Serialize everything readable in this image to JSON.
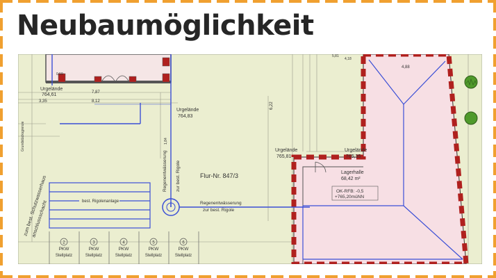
{
  "title": "Neubaumöglichkeit",
  "colors": {
    "frame": "#f0a030",
    "plan_bg": "#ebeed0",
    "building_fill": "#f7dfe4",
    "outline_red": "#b0201e",
    "blue": "#3b4fd6",
    "tree": "#4f9a2b"
  },
  "plan": {
    "parcel_label": "Flur-Nr. 847/3",
    "area_label_1": "Lagerhalle",
    "area_label_2": "68,42 m²",
    "box_label_1": "OK-RFB: -0,5",
    "box_label_2": "+765,20müNN",
    "gelaende_1_label": "Urgelände",
    "gelaende_1_value": "764,61",
    "gelaende_2_label": "Urgelände",
    "gelaende_2_value": "764,83",
    "gelaende_3_label": "Urgelände",
    "gelaende_3_value": "765,81",
    "gelaende_4_label": "Urgelände",
    "gelaende_4_value": "765,35",
    "rigolen_label": "best. Rigolenanlage",
    "regen_label_1": "Regenentwässerung",
    "regen_label_2": "zur best. Rigole",
    "vertical_label_1": "Regenentwässerung",
    "vertical_label_2": "zur best. Rigole",
    "left_edge_label_1": "zum best. Schutzwasserhaus",
    "left_edge_label_2": "anschlussschacht",
    "left_edge_label_3": "Grundstücksgrenze",
    "dim_top": "4,88",
    "dim_left_1": "7,87",
    "dim_left_2": "8,12",
    "dim_left_3": "3,35",
    "dim_mid": "6,22",
    "dim_small_1": "0,59",
    "dim_small_2": "1,84",
    "dim_small_3": "5,81",
    "dim_small_4": "4,18",
    "parking": [
      {
        "num": "2",
        "type": "PKW",
        "label": "Stellplatz"
      },
      {
        "num": "3",
        "type": "PKW",
        "label": "Stellplatz"
      },
      {
        "num": "4",
        "type": "PKW",
        "label": "Stellplatz"
      },
      {
        "num": "5",
        "type": "PKW",
        "label": "Stellplatz"
      },
      {
        "num": "6",
        "type": "PKW",
        "label": "Stellplatz"
      }
    ]
  }
}
